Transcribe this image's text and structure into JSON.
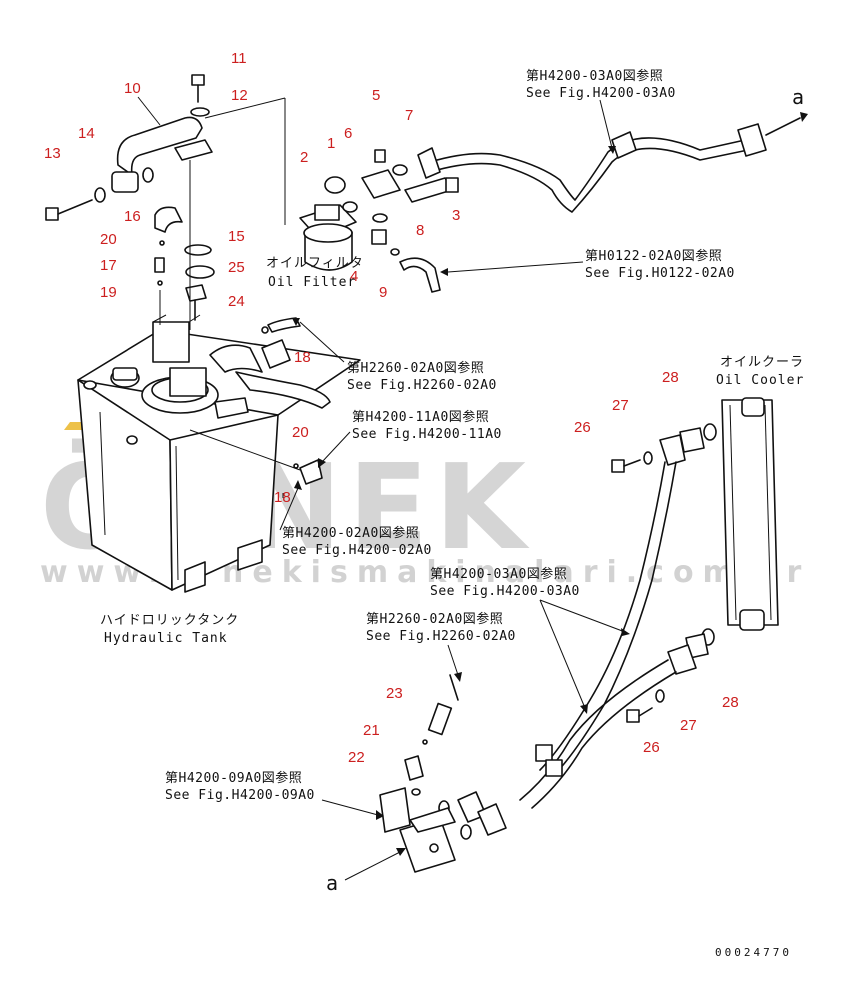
{
  "watermark": {
    "brand": "ÖRNEK",
    "url": "www.ornekismakinalari.com.tr"
  },
  "labels": {
    "oil_filter_jp": "オイルフィルタ",
    "oil_filter_en": "Oil Filter",
    "oil_cooler_jp": "オイルクーラ",
    "oil_cooler_en": "Oil Cooler",
    "hydraulic_tank_jp": "ハイドロリックタンク",
    "hydraulic_tank_en": "Hydraulic Tank",
    "arrow_a_top": "a",
    "arrow_a_bottom": "a"
  },
  "references": [
    {
      "jp": "第H4200-03A0図参照",
      "en": "See Fig.H4200-03A0"
    },
    {
      "jp": "第H0122-02A0図参照",
      "en": "See Fig.H0122-02A0"
    },
    {
      "jp": "第H2260-02A0図参照",
      "en": "See Fig.H2260-02A0"
    },
    {
      "jp": "第H4200-11A0図参照",
      "en": "See Fig.H4200-11A0"
    },
    {
      "jp": "第H4200-02A0図参照",
      "en": "See Fig.H4200-02A0"
    },
    {
      "jp": "第H4200-03A0図参照",
      "en": "See Fig.H4200-03A0"
    },
    {
      "jp": "第H2260-02A0図参照",
      "en": "See Fig.H2260-02A0"
    },
    {
      "jp": "第H4200-09A0図参照",
      "en": "See Fig.H4200-09A0"
    }
  ],
  "part_numbers": [
    "11",
    "10",
    "12",
    "14",
    "13",
    "16",
    "5",
    "7",
    "6",
    "1",
    "2",
    "3",
    "8",
    "4",
    "9",
    "20",
    "17",
    "19",
    "15",
    "25",
    "24",
    "18",
    "20",
    "18",
    "26",
    "27",
    "28",
    "23",
    "21",
    "22",
    "26",
    "27",
    "28"
  ],
  "document_number": "00024770"
}
